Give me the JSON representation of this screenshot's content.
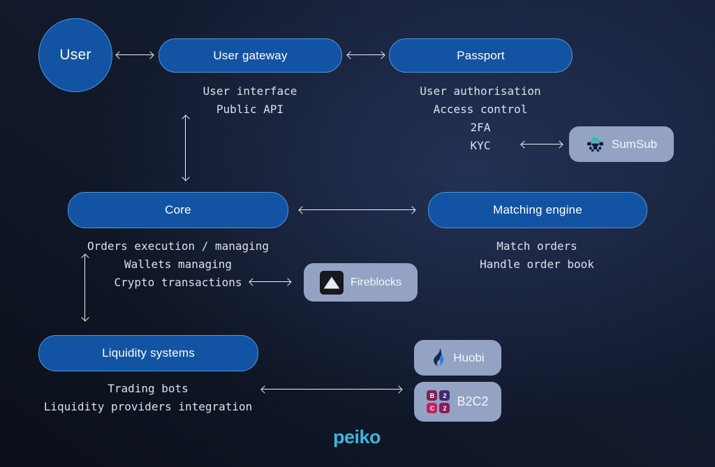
{
  "diagram": {
    "nodes": {
      "user": {
        "label": "User"
      },
      "user_gateway": {
        "label": "User gateway",
        "notes": [
          "User interface",
          "Public API"
        ]
      },
      "passport": {
        "label": "Passport",
        "notes": [
          "User authorisation",
          "Access control",
          "2FA",
          "KYC"
        ]
      },
      "core": {
        "label": "Core",
        "notes": [
          "Orders execution / managing",
          "Wallets managing",
          "Crypto transactions"
        ]
      },
      "matching_engine": {
        "label": "Matching engine",
        "notes": [
          "Match orders",
          "Handle order book"
        ]
      },
      "liquidity_systems": {
        "label": "Liquidity systems",
        "notes": [
          "Trading bots",
          "Liquidity providers integration"
        ]
      }
    },
    "integrations": {
      "sumsub": {
        "label": "SumSub"
      },
      "fireblocks": {
        "label": "Fireblocks"
      },
      "huobi": {
        "label": "Huobi"
      },
      "b2c2": {
        "label": "B2C2",
        "tiles": [
          {
            "char": "B",
            "color": "#7e2355"
          },
          {
            "char": "2",
            "color": "#432a6b"
          },
          {
            "char": "C",
            "color": "#c42162"
          },
          {
            "char": "2",
            "color": "#8a1d55"
          }
        ]
      }
    },
    "footer": {
      "logo_text": "peiko"
    },
    "colors": {
      "background_dark": "#0b0f1a",
      "background_glow": "#304473",
      "node_fill": "#1353a3",
      "node_border": "#4f97dc",
      "integration_fill": "#94a3c4",
      "arrow": "#eef1f5",
      "note_text": "#dde1ea",
      "logo_cyan": "#3ab7dc",
      "sumsub_teal": "#2fc0a9",
      "huobi_blue": "#2d7ee8",
      "huobi_dark": "#16294f",
      "fireblocks_black": "#17191d"
    }
  }
}
